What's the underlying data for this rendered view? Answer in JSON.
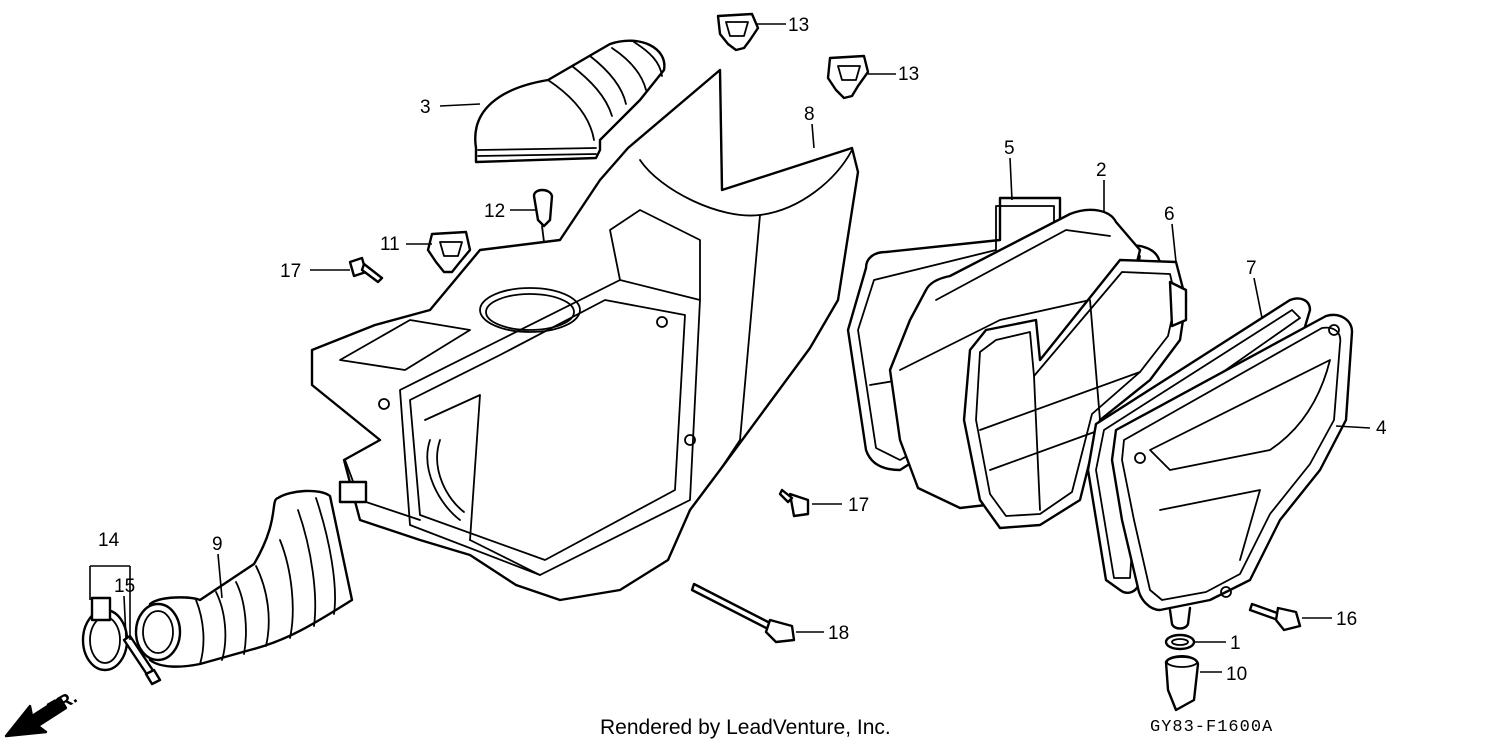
{
  "diagram": {
    "callouts": [
      {
        "id": "c13a",
        "label": "13"
      },
      {
        "id": "c13b",
        "label": "13"
      },
      {
        "id": "c3",
        "label": "3"
      },
      {
        "id": "c8",
        "label": "8"
      },
      {
        "id": "c5",
        "label": "5"
      },
      {
        "id": "c2",
        "label": "2"
      },
      {
        "id": "c6",
        "label": "6"
      },
      {
        "id": "c7",
        "label": "7"
      },
      {
        "id": "c4",
        "label": "4"
      },
      {
        "id": "c12",
        "label": "12"
      },
      {
        "id": "c11",
        "label": "11"
      },
      {
        "id": "c17a",
        "label": "17"
      },
      {
        "id": "c17b",
        "label": "17"
      },
      {
        "id": "c14",
        "label": "14"
      },
      {
        "id": "c15",
        "label": "15"
      },
      {
        "id": "c9",
        "label": "9"
      },
      {
        "id": "c18",
        "label": "18"
      },
      {
        "id": "c16",
        "label": "16"
      },
      {
        "id": "c1",
        "label": "1"
      },
      {
        "id": "c10",
        "label": "10"
      }
    ],
    "direction_label": "FR.",
    "footer": {
      "credit": "Rendered by LeadVenture, Inc.",
      "drawing_code": "GY83-F1600A"
    }
  }
}
